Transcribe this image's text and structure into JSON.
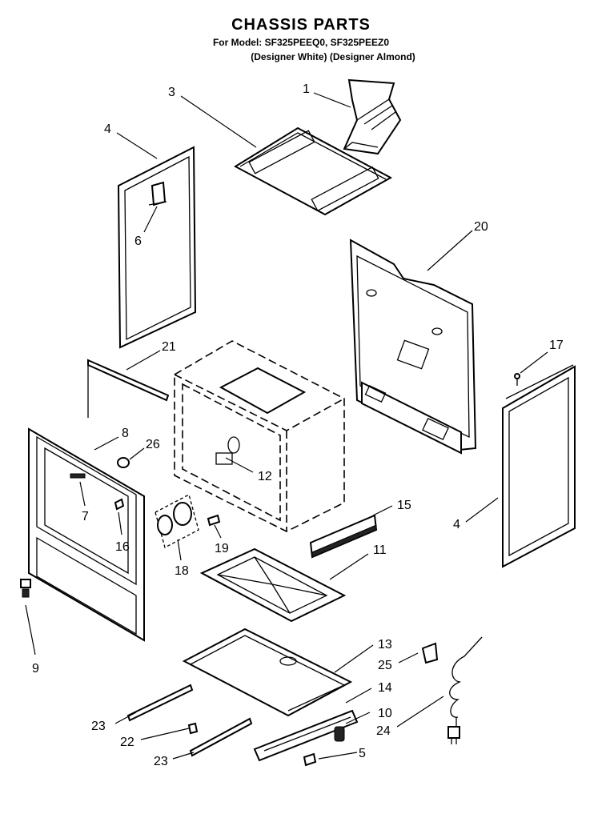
{
  "header": {
    "title": "CHASSIS PARTS",
    "model_line": "For Model: SF325PEEQ0, SF325PEEZ0",
    "variant_line": "(Designer White) (Designer Almond)"
  },
  "callouts": {
    "c1": "1",
    "c3": "3",
    "c4a": "4",
    "c6": "6",
    "c20": "20",
    "c21": "21",
    "c17": "17",
    "c8": "8",
    "c26": "26",
    "c12": "12",
    "c7": "7",
    "c16": "16",
    "c19": "19",
    "c15": "15",
    "c4b": "4",
    "c18": "18",
    "c11": "11",
    "c9": "9",
    "c13": "13",
    "c25": "25",
    "c14": "14",
    "c10": "10",
    "c23a": "23",
    "c22": "22",
    "c24": "24",
    "c23b": "23",
    "c5": "5"
  },
  "parts": [
    {
      "id": "p1",
      "icon": "vent-duct-icon"
    },
    {
      "id": "p3",
      "icon": "top-panel-icon"
    },
    {
      "id": "p4",
      "icon": "side-panel-icon"
    },
    {
      "id": "p5",
      "icon": "clip-icon"
    },
    {
      "id": "p6",
      "icon": "bracket-icon"
    },
    {
      "id": "p7",
      "icon": "label-icon"
    },
    {
      "id": "p8",
      "icon": "front-frame-icon"
    },
    {
      "id": "p9",
      "icon": "leveling-leg-icon"
    },
    {
      "id": "p10",
      "icon": "spring-icon"
    },
    {
      "id": "p11",
      "icon": "burner-box-icon"
    },
    {
      "id": "p12",
      "icon": "oven-liner-icon"
    },
    {
      "id": "p13",
      "icon": "bottom-panel-icon"
    },
    {
      "id": "p14",
      "icon": "rail-icon"
    },
    {
      "id": "p15",
      "icon": "trim-strip-icon"
    },
    {
      "id": "p16",
      "icon": "screw-icon"
    },
    {
      "id": "p17",
      "icon": "screw-icon"
    },
    {
      "id": "p18",
      "icon": "switch-housing-icon"
    },
    {
      "id": "p19",
      "icon": "bolt-icon"
    },
    {
      "id": "p20",
      "icon": "back-panel-icon"
    },
    {
      "id": "p21",
      "icon": "insulation-icon"
    },
    {
      "id": "p22",
      "icon": "clip-icon"
    },
    {
      "id": "p23",
      "icon": "slide-rail-icon"
    },
    {
      "id": "p24",
      "icon": "power-cord-icon"
    },
    {
      "id": "p25",
      "icon": "strain-relief-icon"
    },
    {
      "id": "p26",
      "icon": "plug-button-icon"
    }
  ]
}
